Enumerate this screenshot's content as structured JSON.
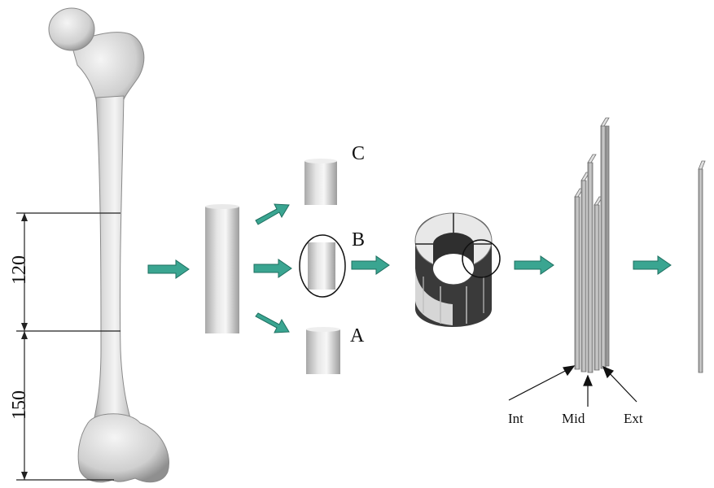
{
  "measurements": {
    "upper": "120",
    "lower": "150"
  },
  "sections": {
    "c": "C",
    "b": "B",
    "a": "A"
  },
  "layers": {
    "int": "Int",
    "mid": "Mid",
    "ext": "Ext"
  },
  "colors": {
    "arrow": "#3aa591",
    "arrow_dark": "#1e6f60",
    "bone": "#dcdcdc",
    "dark_face": "#3d3d3d"
  }
}
